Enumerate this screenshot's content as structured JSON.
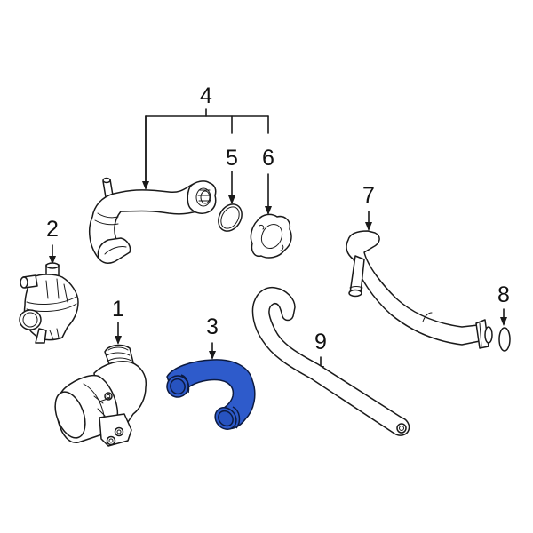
{
  "diagram": {
    "type": "exploded-parts-diagram",
    "highlight_color": "#2E5BCB",
    "line_color": "#1a1a1a",
    "background": "#ffffff",
    "callouts": [
      {
        "id": "1",
        "label": "1",
        "part": "water-pump",
        "highlighted": false
      },
      {
        "id": "2",
        "label": "2",
        "part": "auxiliary-water-pump",
        "highlighted": false
      },
      {
        "id": "3",
        "label": "3",
        "part": "coolant-hose",
        "highlighted": true
      },
      {
        "id": "4",
        "label": "4",
        "part": "coolant-pipe-assembly",
        "highlighted": false
      },
      {
        "id": "5",
        "label": "5",
        "part": "o-ring",
        "highlighted": false
      },
      {
        "id": "6",
        "label": "6",
        "part": "gasket",
        "highlighted": false
      },
      {
        "id": "7",
        "label": "7",
        "part": "coolant-pipe",
        "highlighted": false
      },
      {
        "id": "8",
        "label": "8",
        "part": "o-ring",
        "highlighted": false
      },
      {
        "id": "9",
        "label": "9",
        "part": "coolant-hose",
        "highlighted": false
      }
    ]
  }
}
